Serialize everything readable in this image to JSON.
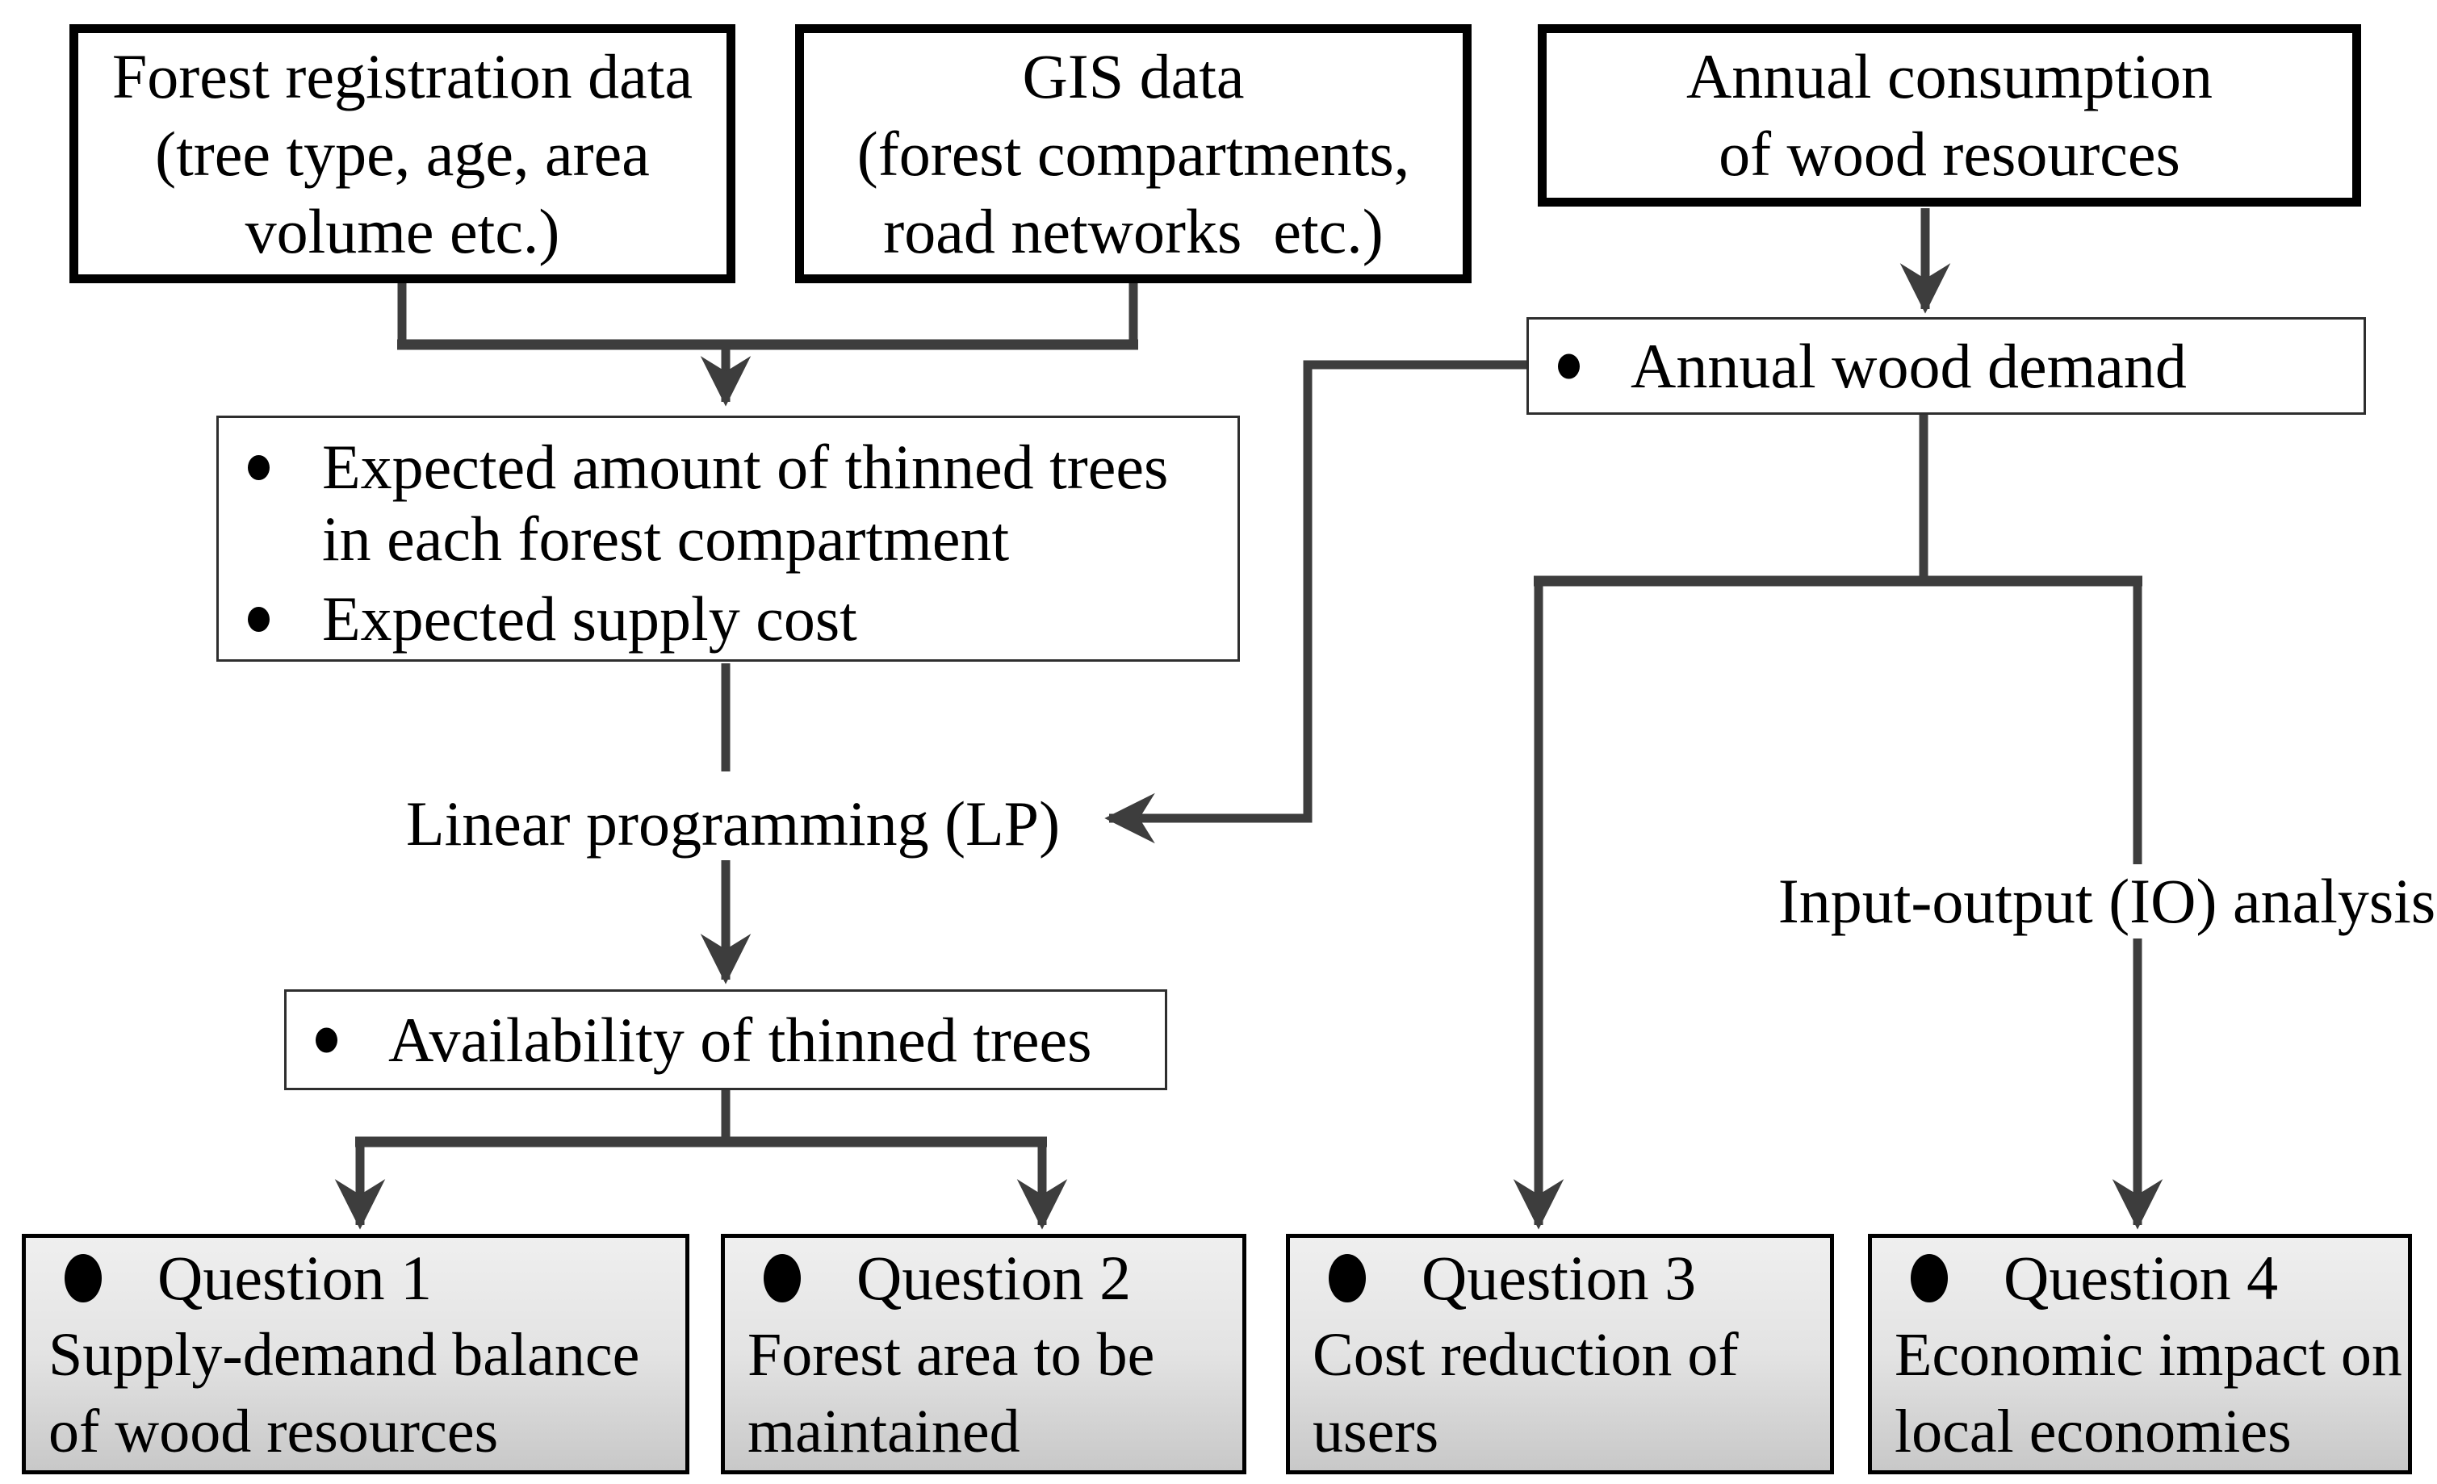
{
  "diagram": {
    "boxes": {
      "forest_registration": {
        "lines": [
          "Forest registration data",
          "(tree type, age, area",
          "volume etc.)"
        ]
      },
      "gis": {
        "lines": [
          "GIS data",
          "(forest compartments,",
          "road networks  etc.)"
        ]
      },
      "annual_consumption": {
        "lines": [
          "Annual consumption",
          "of wood resources"
        ]
      },
      "annual_wood_demand": {
        "label": "Annual wood demand"
      },
      "expected_results": {
        "items": [
          {
            "lines": [
              "Expected amount of thinned trees",
              "in each forest compartment"
            ]
          },
          {
            "lines": [
              "Expected supply cost"
            ]
          }
        ]
      },
      "availability": {
        "label": "Availability of thinned trees"
      },
      "questions": [
        {
          "title": "Question 1",
          "lines": [
            "Supply-demand balance",
            "of wood resources"
          ]
        },
        {
          "title": "Question 2",
          "lines": [
            "Forest area to be",
            "maintained"
          ]
        },
        {
          "title": "Question 3",
          "lines": [
            "Cost reduction of",
            "users"
          ]
        },
        {
          "title": "Question 4",
          "lines": [
            "Economic impact on",
            "local economies"
          ]
        }
      ]
    },
    "labels": {
      "lp": "Linear programming (LP)",
      "io": "Input-output (IO) analysis"
    },
    "icons": {
      "bullet_small": "small-filled-circle-bullet",
      "bullet_large": "large-filled-ellipse-bullet",
      "arrowhead": "stealth-arrowhead"
    },
    "colors": {
      "background": "#ffffff",
      "text": "#000000",
      "box_border_thick": "#000000",
      "box_border_thin": "#2e2e2e",
      "question_border": "#000000",
      "question_gradient_top": "#efefef",
      "question_gradient_bottom": "#c8c8c8",
      "connector": "#3d3d3d"
    }
  }
}
